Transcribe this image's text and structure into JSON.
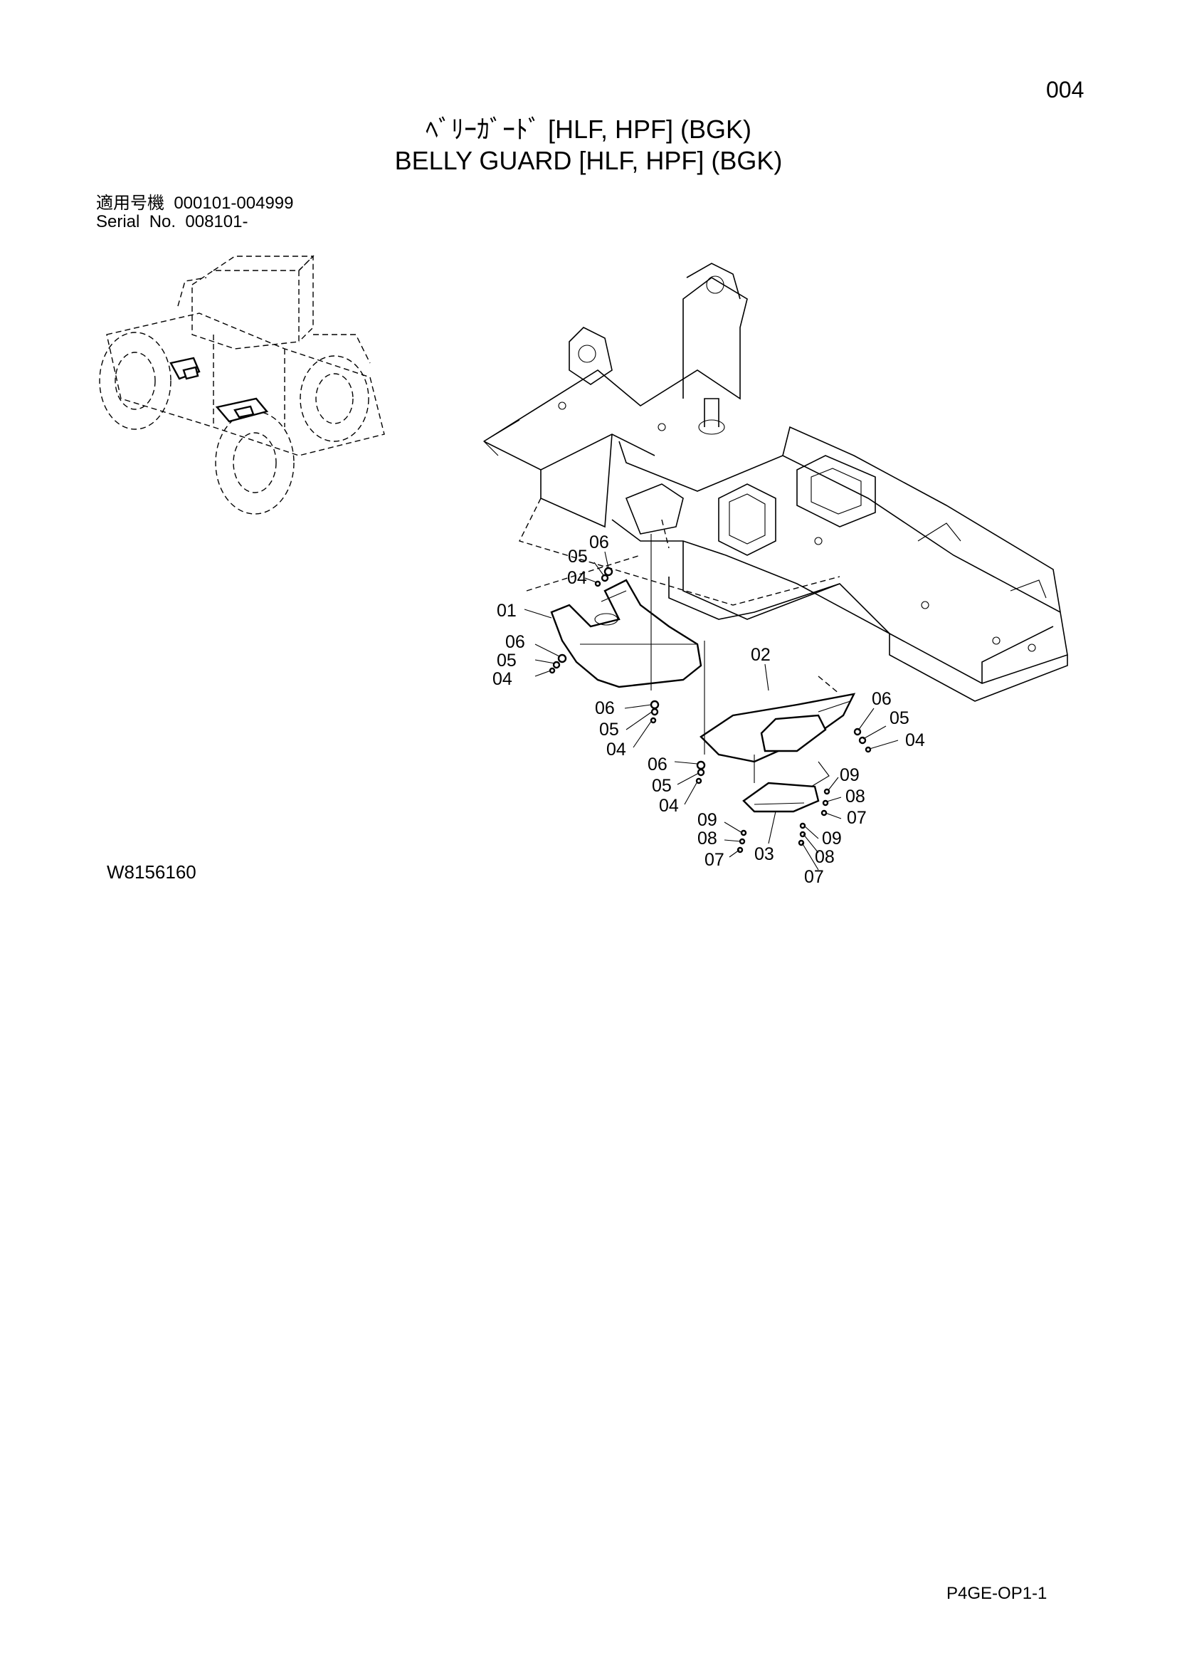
{
  "page_number": "004",
  "title_jp": "ﾍﾞﾘｰｶﾞｰﾄﾞ [HLF, HPF] (BGK)",
  "title_en": "BELLY GUARD [HLF, HPF] (BGK)",
  "serial_jp": "適用号機  000101-004999",
  "serial_en": "Serial  No.  008101-",
  "drawing_code": "W8156160",
  "sheet_code": "P4GE-OP1-1",
  "callouts": {
    "c01": "01",
    "c02": "02",
    "c03": "03",
    "c04a": "04",
    "c05a": "05",
    "c06a": "06",
    "c04b": "04",
    "c05b": "05",
    "c06b": "06",
    "c04c": "04",
    "c05c": "05",
    "c06c": "06",
    "c04d": "04",
    "c05d": "05",
    "c06d": "06",
    "c04e": "04",
    "c05e": "05",
    "c06e": "06",
    "c07a": "07",
    "c08a": "08",
    "c09a": "09",
    "c07b": "07",
    "c08b": "08",
    "c09b": "09",
    "c07c": "07",
    "c08c": "08",
    "c09c": "09"
  }
}
